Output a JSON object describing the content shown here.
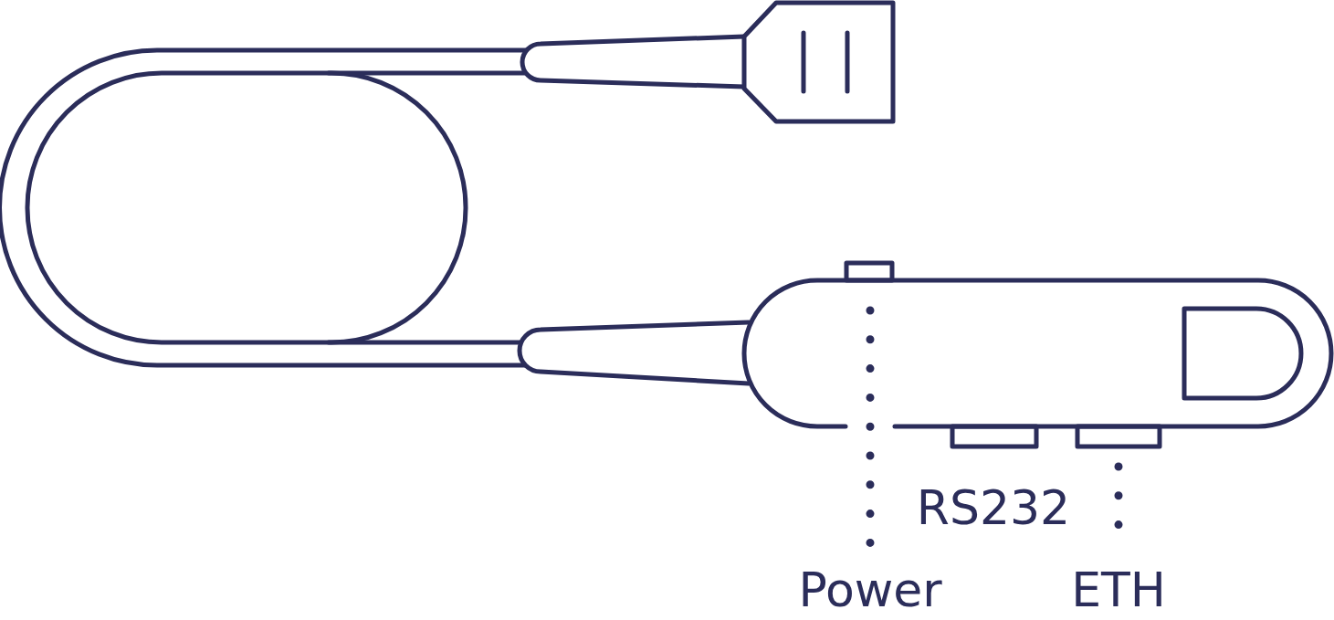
{
  "diagram": {
    "labels": [
      "RS232",
      "Power",
      "ETH"
    ]
  }
}
